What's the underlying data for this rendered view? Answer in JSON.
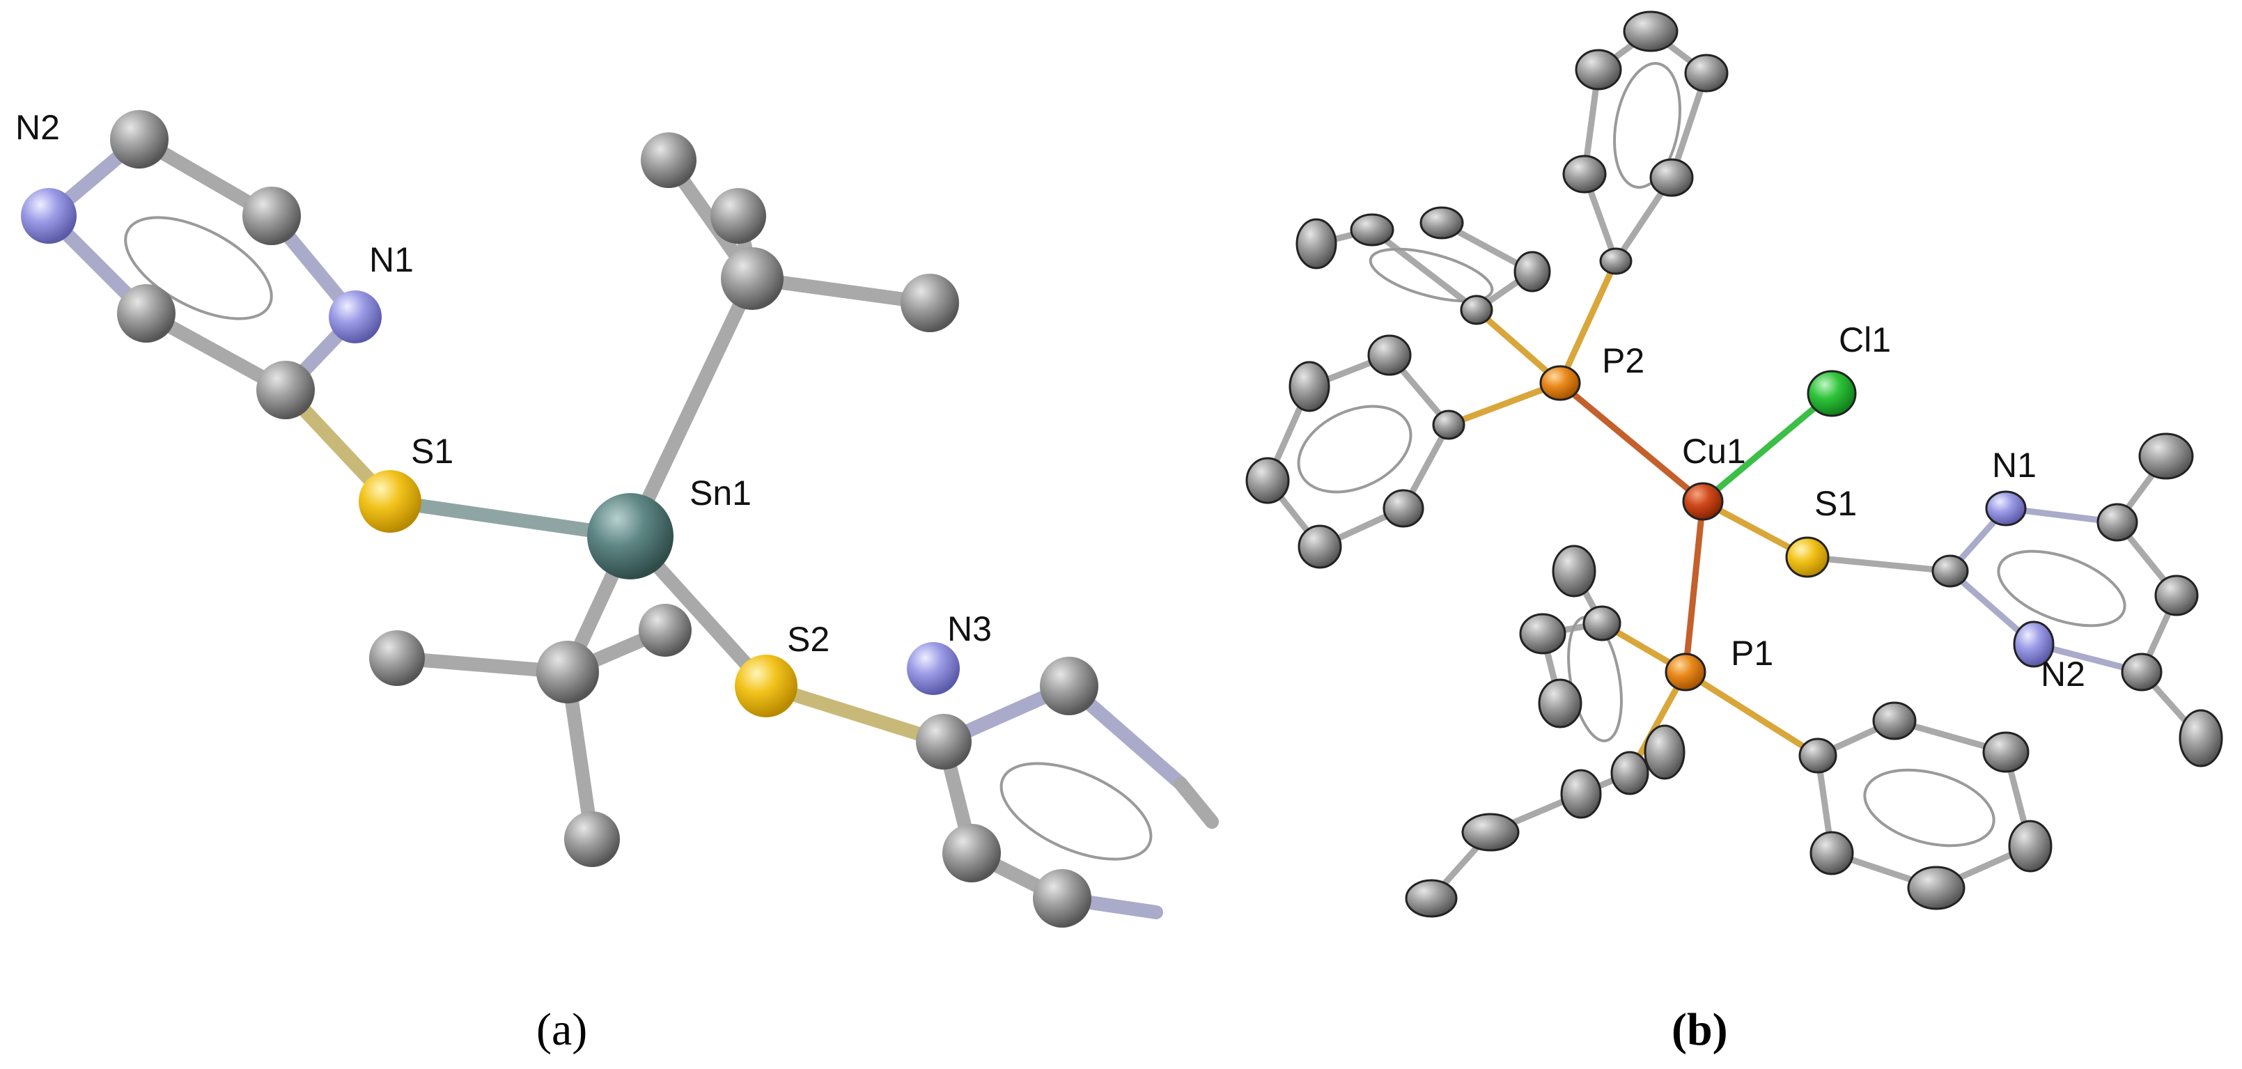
{
  "panels": [
    {
      "caption": "(a)",
      "atom_labels": [
        "N2",
        "N1",
        "S1",
        "Sn1",
        "S2",
        "N3"
      ]
    },
    {
      "caption": "(b)",
      "atom_labels": [
        "P2",
        "Cl1",
        "Cu1",
        "S1",
        "N1",
        "P1",
        "N2"
      ]
    }
  ],
  "colors": {
    "carbon": "#8c8c8c",
    "nitrogen": "#9a9ae6",
    "sulfur": "#f2c21b",
    "tin": "#5f8785",
    "phosphorus": "#e8891c",
    "copper": "#cf4a1d",
    "chlorine": "#2ec43a",
    "bond": "#a9a9a9"
  }
}
